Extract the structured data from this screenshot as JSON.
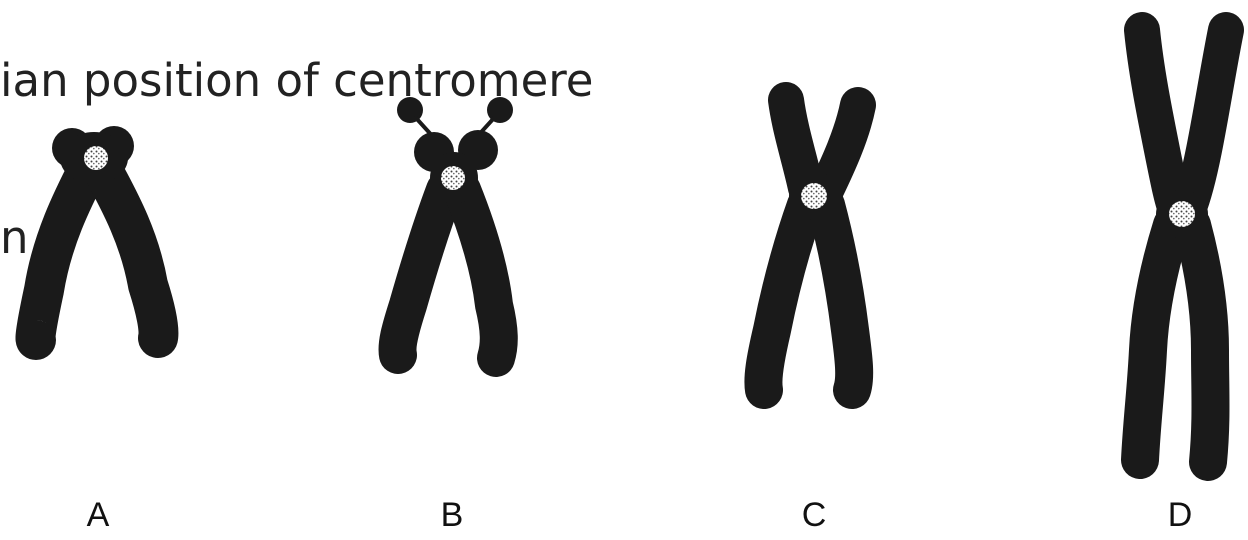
{
  "caption": "ian position of centromere",
  "caption_fragment": "n",
  "chromosomes": [
    {
      "label": "A"
    },
    {
      "label": "B"
    },
    {
      "label": "C"
    },
    {
      "label": "D"
    }
  ],
  "colors": {
    "chromosome": "#1a1a1a",
    "centromere": "#ffffff",
    "text": "#222222"
  }
}
